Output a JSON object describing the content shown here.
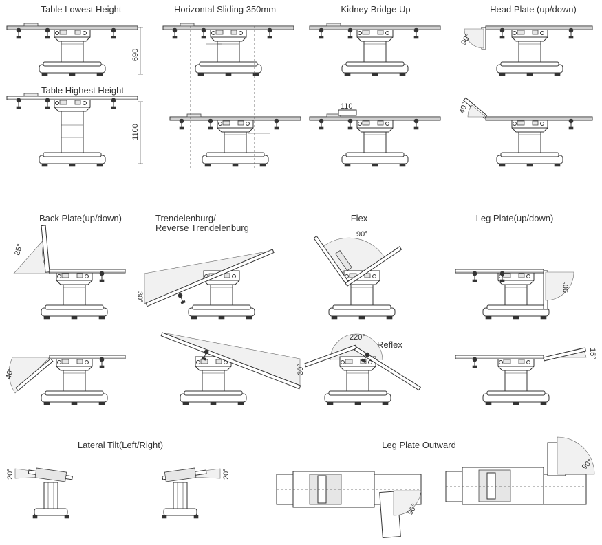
{
  "panels": {
    "lowest": {
      "title": "Table Lowest Height",
      "dim": "690"
    },
    "sliding": {
      "title": "Horizontal Sliding 350mm"
    },
    "kidney": {
      "title": "Kidney Bridge Up",
      "dim": "110"
    },
    "head": {
      "title": "Head Plate (up/down)",
      "angle_a": "90°",
      "angle_b": "40°"
    },
    "highest": {
      "title": "Table Highest Height",
      "dim": "1100"
    },
    "back": {
      "title": "Back Plate(up/down)",
      "angle_a": "85°",
      "angle_b": "40°"
    },
    "trend": {
      "title_line1": "Trendelenburg/",
      "title_line2": "Reverse Trendelenburg",
      "angle_a": "30°",
      "angle_b": "30°"
    },
    "flex": {
      "title": "Flex",
      "angle": "90°"
    },
    "reflex": {
      "title": "Reflex",
      "angle": "220°"
    },
    "leg": {
      "title": "Leg Plate(up/down)",
      "angle_a": "90°",
      "angle_b": "15°"
    },
    "lateral": {
      "title": "Lateral Tilt(Left/Right)",
      "angle_a": "20°",
      "angle_b": "20°"
    },
    "outward": {
      "title": "Leg Plate Outward",
      "angle_a": "90°",
      "angle_b": "90°"
    }
  }
}
